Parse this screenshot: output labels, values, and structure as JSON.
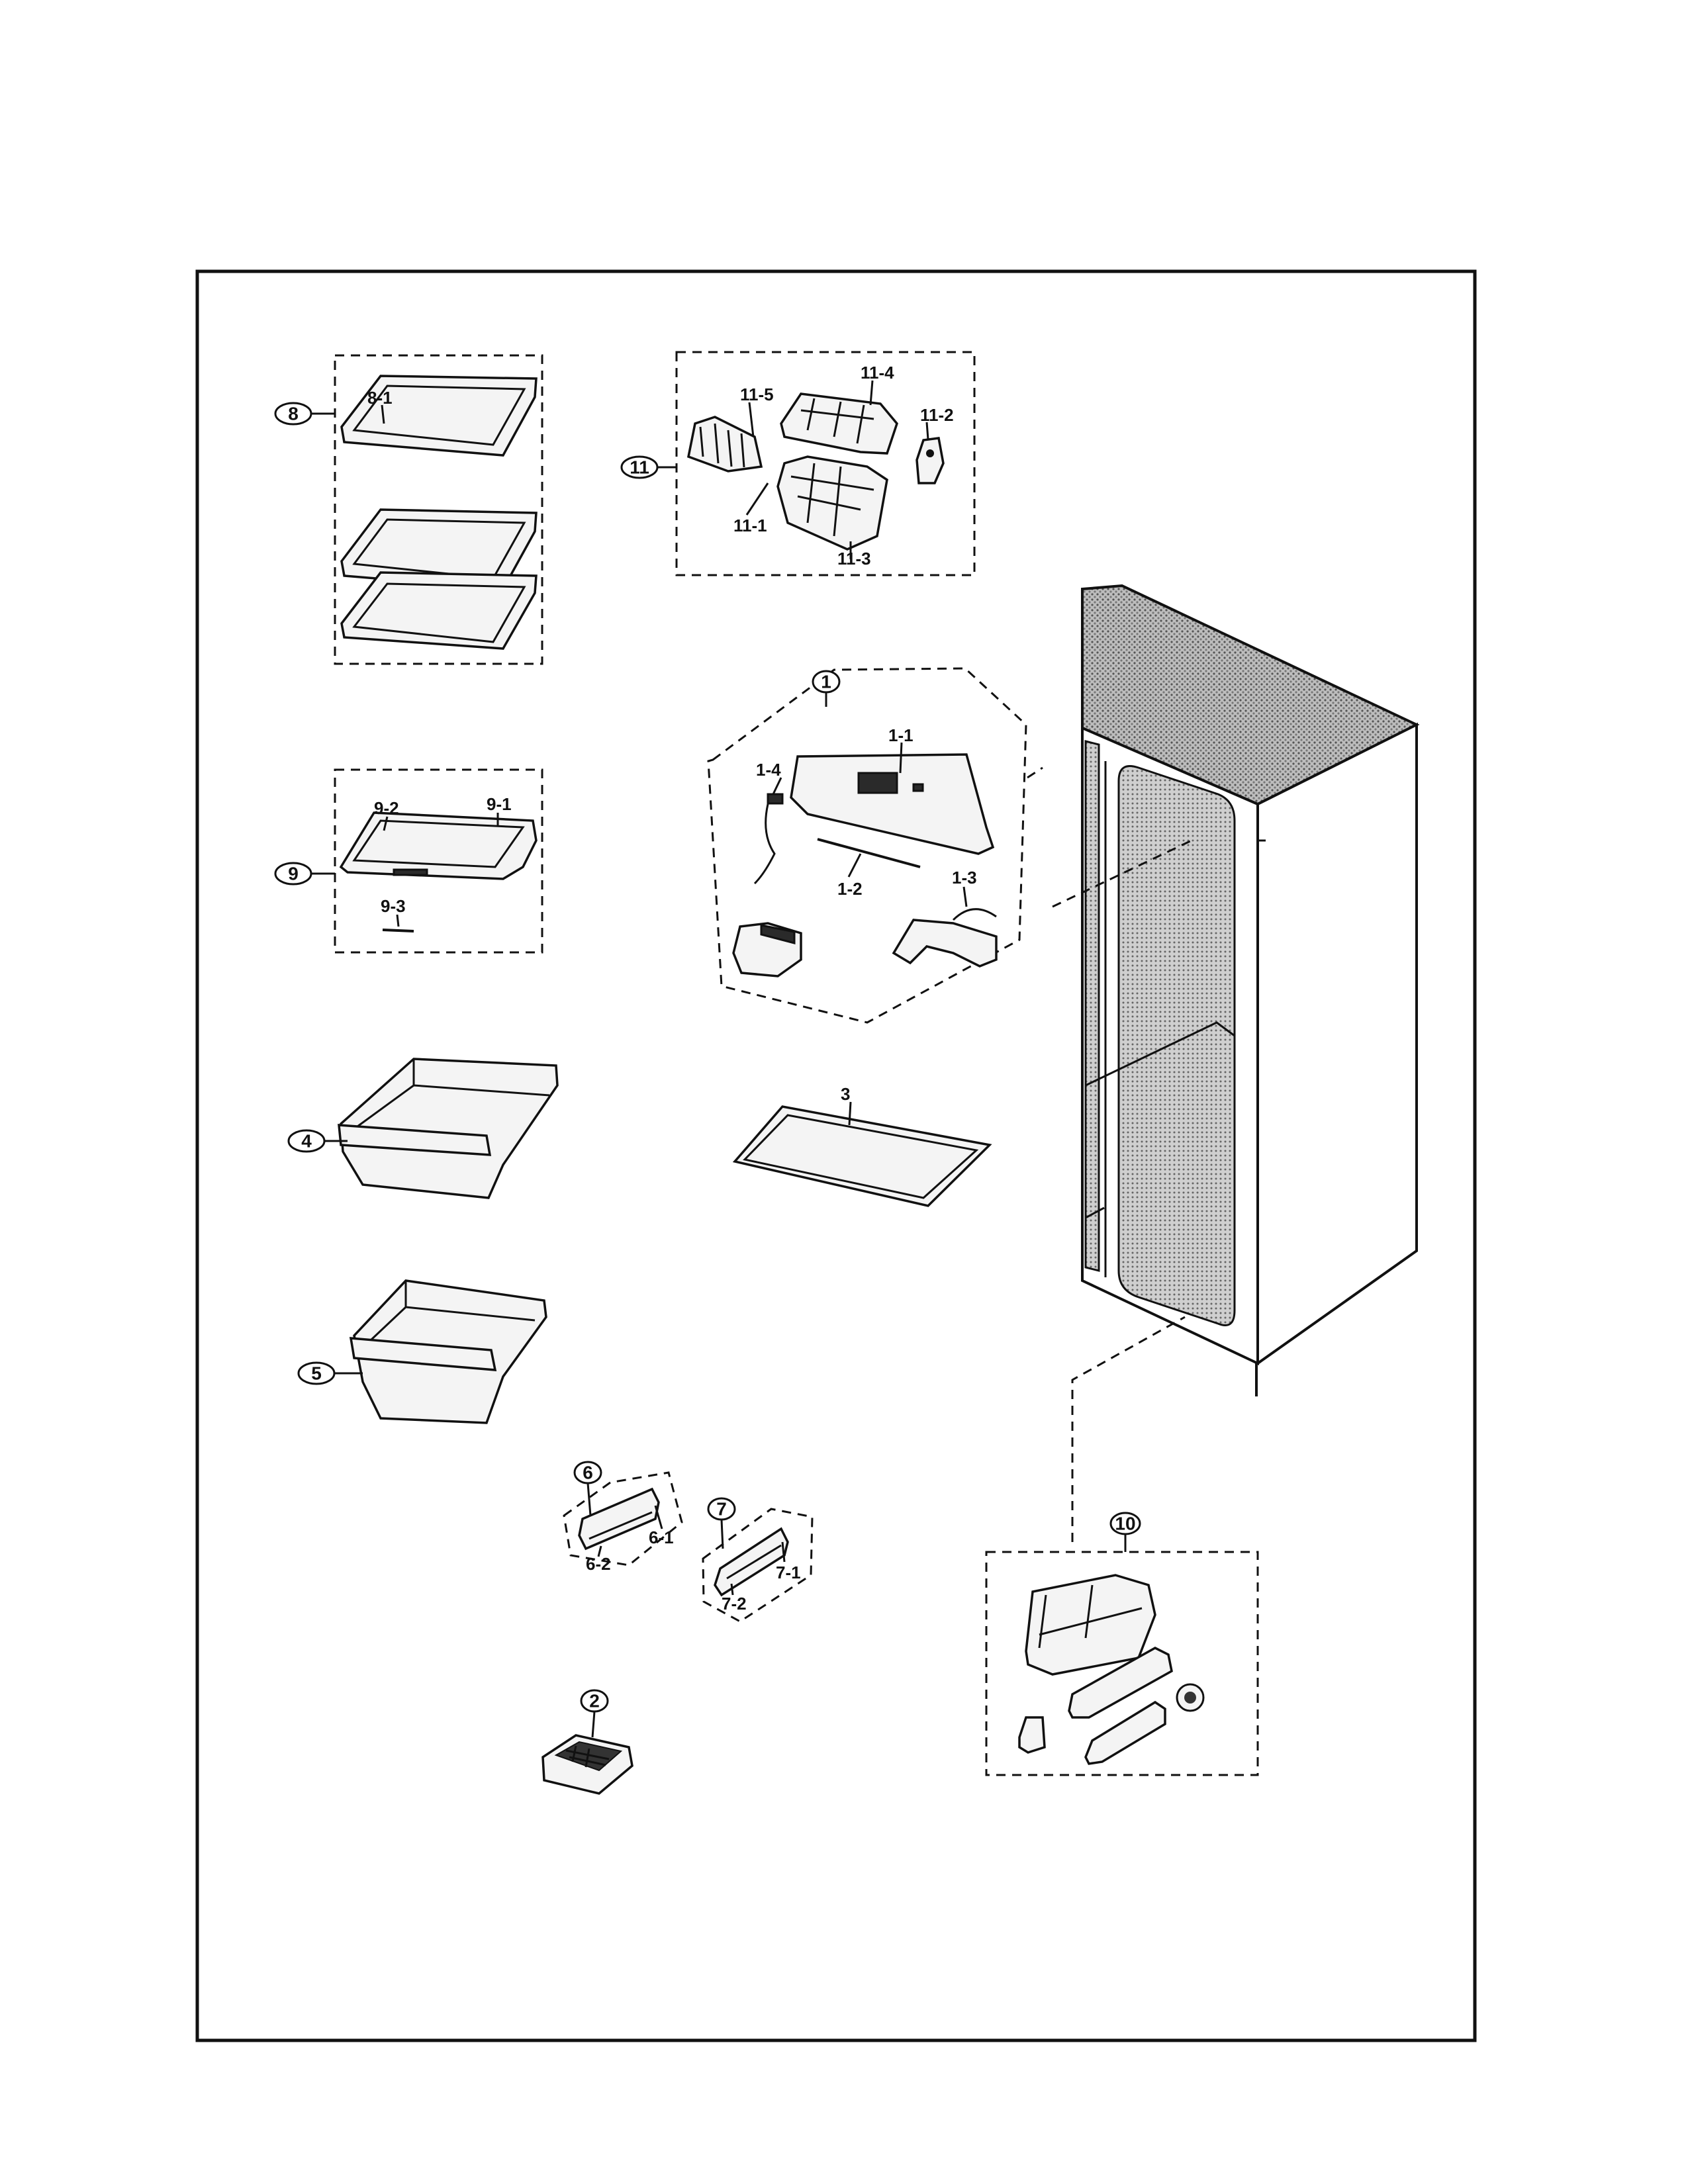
{
  "callouts": {
    "c1": "1",
    "c2": "2",
    "c3": "3",
    "c4": "4",
    "c5": "5",
    "c6": "6",
    "c7": "7",
    "c8": "8",
    "c9": "9",
    "c10": "10",
    "c11": "11"
  },
  "labels": {
    "l1_1": "1-1",
    "l1_2": "1-2",
    "l1_3": "1-3",
    "l1_4": "1-4",
    "l3": "3",
    "l6_1": "6-1",
    "l6_2": "6-2",
    "l7_1": "7-1",
    "l7_2": "7-2",
    "l8_1": "8-1",
    "l9_1": "9-1",
    "l9_2": "9-2",
    "l9_3": "9-3",
    "l11_1": "11-1",
    "l11_2": "11-2",
    "l11_3": "11-3",
    "l11_4": "11-4",
    "l11_5": "11-5"
  }
}
